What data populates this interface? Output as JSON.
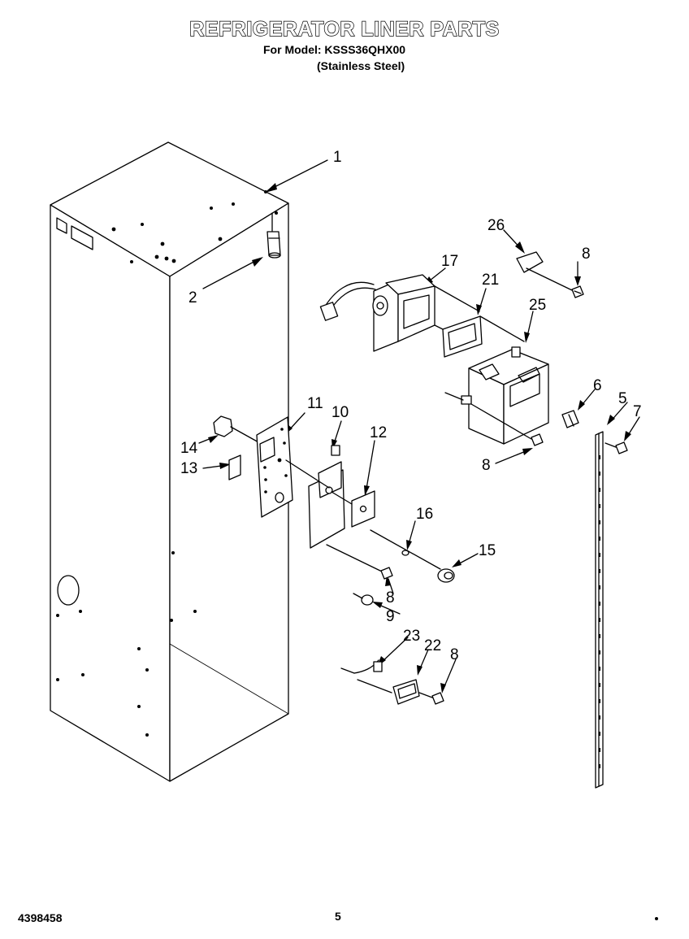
{
  "header": {
    "title": "REFRIGERATOR LINER PARTS",
    "model": "For Model: KSSS36QHX00",
    "finish": "(Stainless Steel)"
  },
  "footer": {
    "doc_number": "4398458",
    "page": "5"
  },
  "callouts": {
    "c1": "1",
    "c2": "2",
    "c5": "5",
    "c6": "6",
    "c7": "7",
    "c8a": "8",
    "c8b": "8",
    "c8c": "8",
    "c8d": "8",
    "c9": "9",
    "c10": "10",
    "c11": "11",
    "c12": "12",
    "c13": "13",
    "c14": "14",
    "c15": "15",
    "c16": "16",
    "c17": "17",
    "c21": "21",
    "c22": "22",
    "c23": "23",
    "c25": "25",
    "c26": "26"
  }
}
